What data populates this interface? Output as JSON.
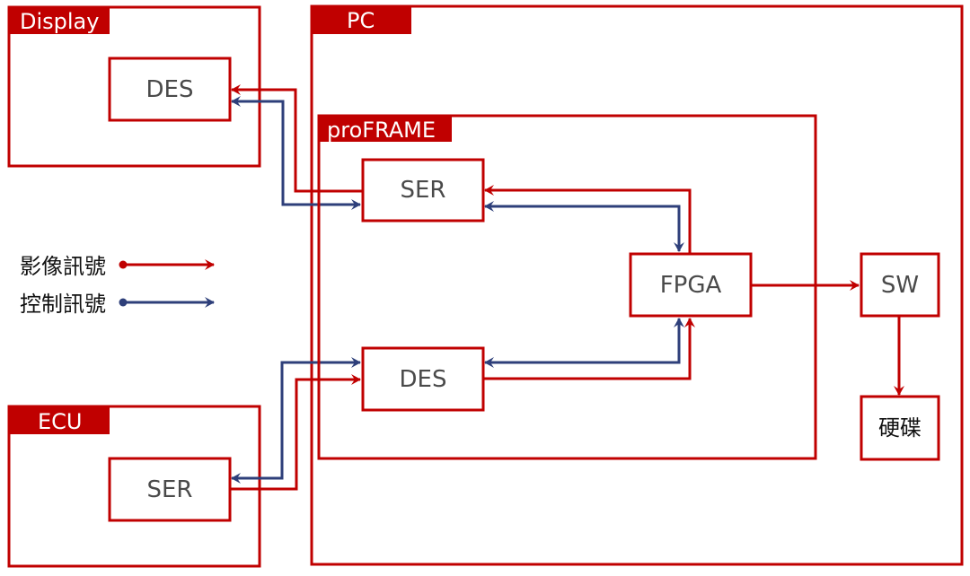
{
  "colors": {
    "video_signal": "#c00000",
    "control_signal": "#2e3f7a",
    "frame": "#c00000",
    "node_text": "#4a4a4a"
  },
  "groups": {
    "display": {
      "label": "Display"
    },
    "pc": {
      "label": "PC"
    },
    "proframe": {
      "label": "proFRAME"
    },
    "ecu": {
      "label": "ECU"
    }
  },
  "nodes": {
    "display_des": "DES",
    "proframe_ser": "SER",
    "fpga": "FPGA",
    "proframe_des": "DES",
    "sw": "SW",
    "hdd": "硬碟",
    "ecu_ser": "SER"
  },
  "legend": {
    "video": {
      "label": "影像訊號",
      "color": "#c00000"
    },
    "control": {
      "label": "控制訊號",
      "color": "#2e3f7a"
    }
  },
  "connections": [
    {
      "from": "proframe_ser",
      "to": "display_des",
      "type": "video",
      "direction": "to"
    },
    {
      "from": "proframe_ser",
      "to": "display_des",
      "type": "control",
      "direction": "both"
    },
    {
      "from": "fpga",
      "to": "proframe_ser",
      "type": "video",
      "direction": "to"
    },
    {
      "from": "fpga",
      "to": "proframe_ser",
      "type": "control",
      "direction": "both"
    },
    {
      "from": "proframe_des",
      "to": "fpga",
      "type": "video",
      "direction": "to"
    },
    {
      "from": "proframe_des",
      "to": "fpga",
      "type": "control",
      "direction": "both"
    },
    {
      "from": "ecu_ser",
      "to": "proframe_des",
      "type": "video",
      "direction": "to"
    },
    {
      "from": "ecu_ser",
      "to": "proframe_des",
      "type": "control",
      "direction": "both"
    },
    {
      "from": "fpga",
      "to": "sw",
      "type": "video",
      "direction": "to"
    },
    {
      "from": "sw",
      "to": "hdd",
      "type": "video",
      "direction": "to"
    }
  ]
}
